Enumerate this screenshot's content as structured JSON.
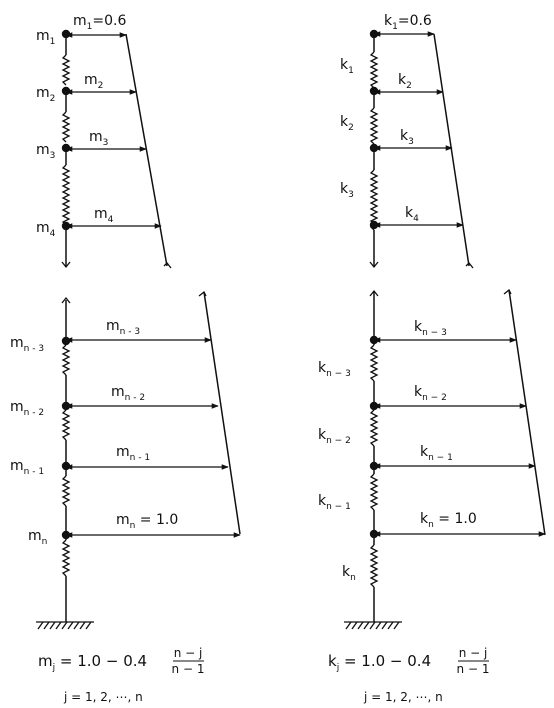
{
  "left_diagram": {
    "top_nodes": [
      {
        "name": "m",
        "sub": "1"
      },
      {
        "name": "m",
        "sub": "2"
      },
      {
        "name": "m",
        "sub": "3"
      },
      {
        "name": "m",
        "sub": "4"
      }
    ],
    "top_arrows": [
      {
        "name": "m",
        "sub": "1",
        "value": "=0.6"
      },
      {
        "name": "m",
        "sub": "2",
        "value": ""
      },
      {
        "name": "m",
        "sub": "3",
        "value": ""
      },
      {
        "name": "m",
        "sub": "4",
        "value": ""
      }
    ],
    "bottom_nodes": [
      {
        "name": "m",
        "sub": "n - 3"
      },
      {
        "name": "m",
        "sub": "n - 2"
      },
      {
        "name": "m",
        "sub": "n - 1"
      },
      {
        "name": "m",
        "sub": "n"
      }
    ],
    "bottom_arrows": [
      {
        "name": "m",
        "sub": "n - 3",
        "value": ""
      },
      {
        "name": "m",
        "sub": "n - 2",
        "value": ""
      },
      {
        "name": "m",
        "sub": "n - 1",
        "value": ""
      },
      {
        "name": "m",
        "sub": "n",
        "value": " = 1.0"
      }
    ],
    "formula": {
      "lhs": "m",
      "lhs_sub": "j",
      "rhs": " = 1.0 − 0.4",
      "num": "n − j",
      "den": "n − 1"
    },
    "index_range": "j = 1, 2, ⋯, n"
  },
  "right_diagram": {
    "top_springs": [
      {
        "name": "k",
        "sub": "1"
      },
      {
        "name": "k",
        "sub": "2"
      },
      {
        "name": "k",
        "sub": "3"
      }
    ],
    "top_arrows": [
      {
        "name": "k",
        "sub": "1",
        "value": "=0.6"
      },
      {
        "name": "k",
        "sub": "2",
        "value": ""
      },
      {
        "name": "k",
        "sub": "3",
        "value": ""
      },
      {
        "name": "k",
        "sub": "4",
        "value": ""
      }
    ],
    "bottom_springs": [
      {
        "name": "k",
        "sub": "n − 3"
      },
      {
        "name": "k",
        "sub": "n − 2"
      },
      {
        "name": "k",
        "sub": "n − 1"
      },
      {
        "name": "k",
        "sub": "n"
      }
    ],
    "bottom_arrows": [
      {
        "name": "k",
        "sub": "n − 3",
        "value": ""
      },
      {
        "name": "k",
        "sub": "n − 2",
        "value": ""
      },
      {
        "name": "k",
        "sub": "n − 1",
        "value": ""
      },
      {
        "name": "k",
        "sub": "n",
        "value": " = 1.0"
      }
    ],
    "formula": {
      "lhs": "k",
      "lhs_sub": "j",
      "rhs": " = 1.0 − 0.4",
      "num": "n − j",
      "den": "n − 1"
    },
    "index_range": "j = 1, 2, ⋯, n"
  }
}
